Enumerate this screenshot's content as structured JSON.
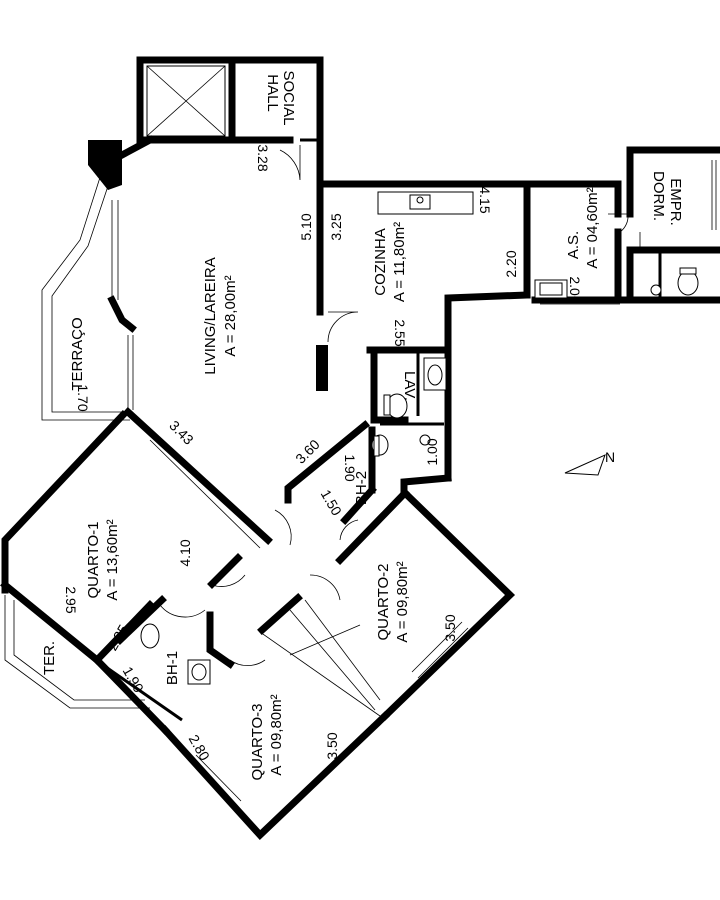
{
  "rooms": {
    "hall": {
      "line1": "HALL",
      "line2": "SOCIAL"
    },
    "living": {
      "name": "LIVING/LAREIRA",
      "area": "A = 28,00m²"
    },
    "cozinha": {
      "name": "COZINHA",
      "area": "A = 11,80m²"
    },
    "as": {
      "name": "A.S.",
      "area": "A = 04,60m²"
    },
    "dorm": {
      "line1": "DORM.",
      "line2": "EMPR."
    },
    "terraco": {
      "name": "TERRAÇO"
    },
    "ter": {
      "name": "TER."
    },
    "lav": {
      "name": "LAV."
    },
    "bh2": {
      "name": "BH-2"
    },
    "bh1": {
      "name": "BH-1"
    },
    "quarto1": {
      "name": "QUARTO-1",
      "area": "A = 13,60m²"
    },
    "quarto2": {
      "name": "QUARTO-2",
      "area": "A = 09,80m²"
    },
    "quarto3": {
      "name": "QUARTO-3",
      "area": "A = 09,80m²"
    }
  },
  "dimensions": {
    "hall_width": "3.28",
    "living_length": "5.10",
    "cozinha_width": "3.25",
    "cozinha_length": "4.15",
    "cozinha_inner": "2.20",
    "cozinha_bottom": "2.55",
    "as_length": "2.00",
    "terraco": "1.70",
    "living_diag": "3.43",
    "hall_diag": "3.60",
    "bh2_width": "1.90",
    "bh2_depth": "1.50",
    "lav": "1.00",
    "quarto1_length": "4.10",
    "quarto1_width": "2.95",
    "bh1_width": "2.35",
    "bh1_depth": "1.90",
    "quarto2": "3.50",
    "quarto3_length": "3.50",
    "quarto3_width": "2.80"
  }
}
